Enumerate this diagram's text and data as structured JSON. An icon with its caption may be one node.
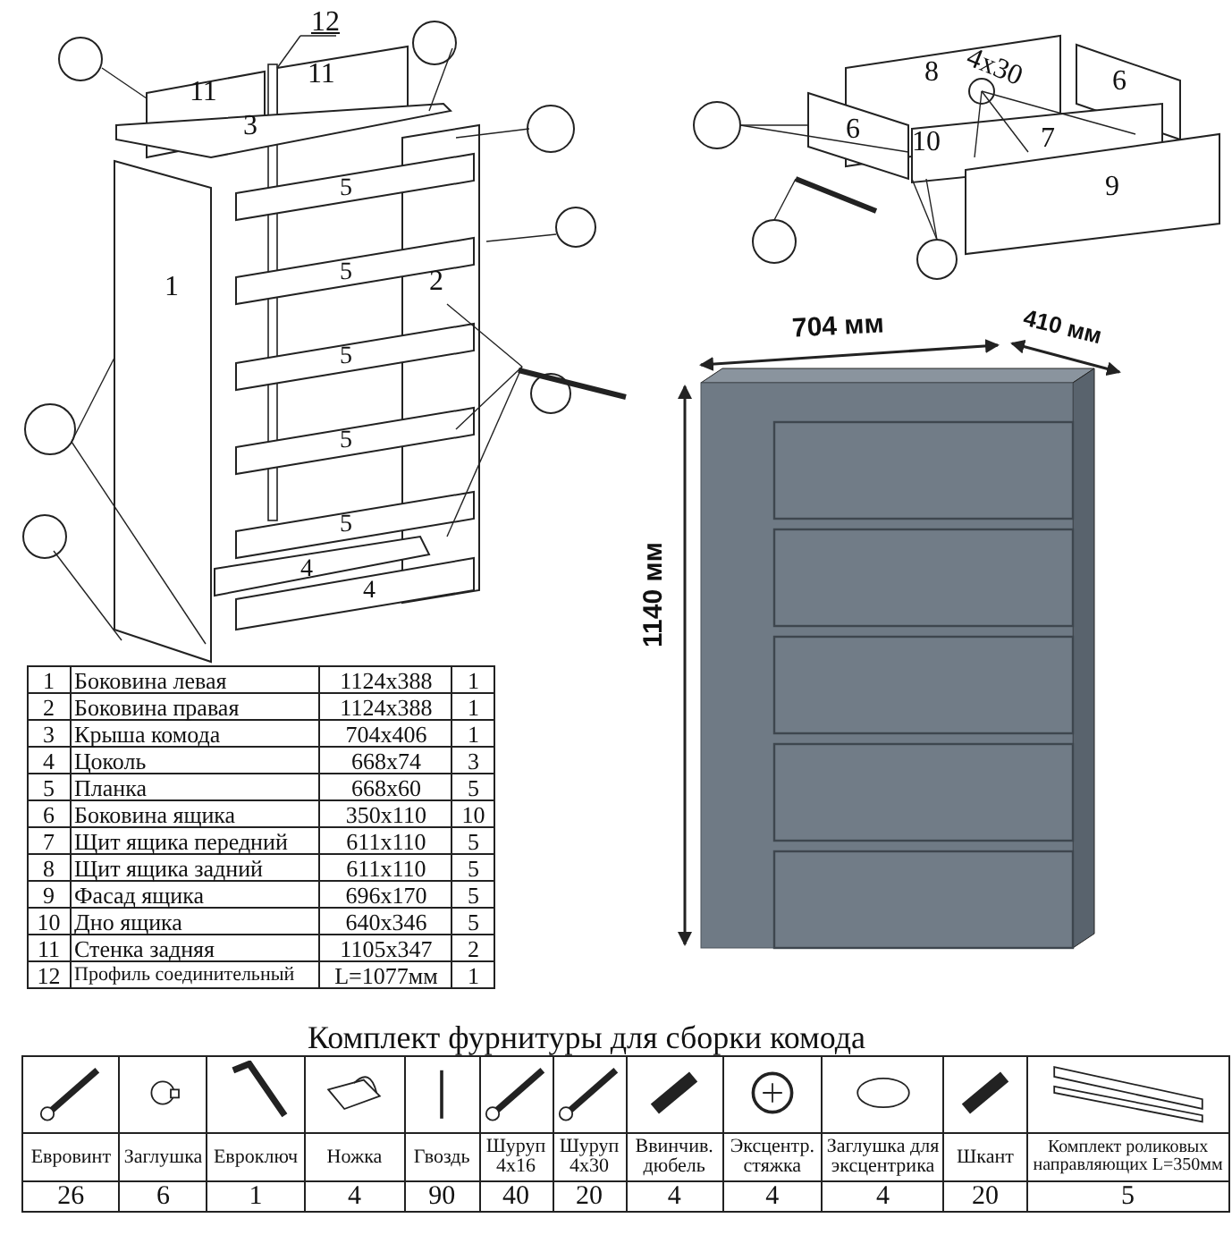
{
  "diagram": {
    "labels": [
      "12",
      "11",
      "11",
      "3",
      "5",
      "5",
      "1",
      "2",
      "5",
      "5",
      "5",
      "4",
      "4",
      "8",
      "4x30",
      "6",
      "6",
      "10",
      "7",
      "9",
      "704 мм",
      "410 мм",
      "1140 мм",
      "1",
      "Боковина левая",
      "1124x388",
      "1",
      "2",
      "Боковина правая",
      "1124x388",
      "1",
      "3",
      "Крыша комода",
      "704x406",
      "1",
      "4",
      "Цоколь",
      "668x74",
      "3",
      "5",
      "Планка",
      "668x60",
      "5",
      "6",
      "Боковина ящика",
      "350x110",
      "10",
      "7",
      "Щит ящика передний",
      "611x110",
      "5",
      "8",
      "Щит ящика задний",
      "611x110",
      "5",
      "9",
      "Фасад ящика",
      "696x170",
      "5",
      "10",
      "Дно ящика",
      "640x346",
      "5",
      "11",
      "Стенка задняя",
      "1105x347",
      "2",
      "12",
      "Профиль соединительный",
      "L=1077мм",
      "1",
      "Комплект фурнитуры для сборки комода",
      "Евровинт",
      "Заглушка",
      "Евроключ",
      "Ножка",
      "Гвоздь",
      "Шуруп 4x16",
      "Шуруп 4x30",
      "Ввинчив. дюбель",
      "Эксцентр. стяжка",
      "Заглушка для эксцентрика",
      "Шкант",
      "Комплект роликовых направляющих L=350мм",
      "26",
      "6",
      "1",
      "4",
      "90",
      "40",
      "20",
      "4",
      "4",
      "4",
      "20",
      "5"
    ]
  }
}
